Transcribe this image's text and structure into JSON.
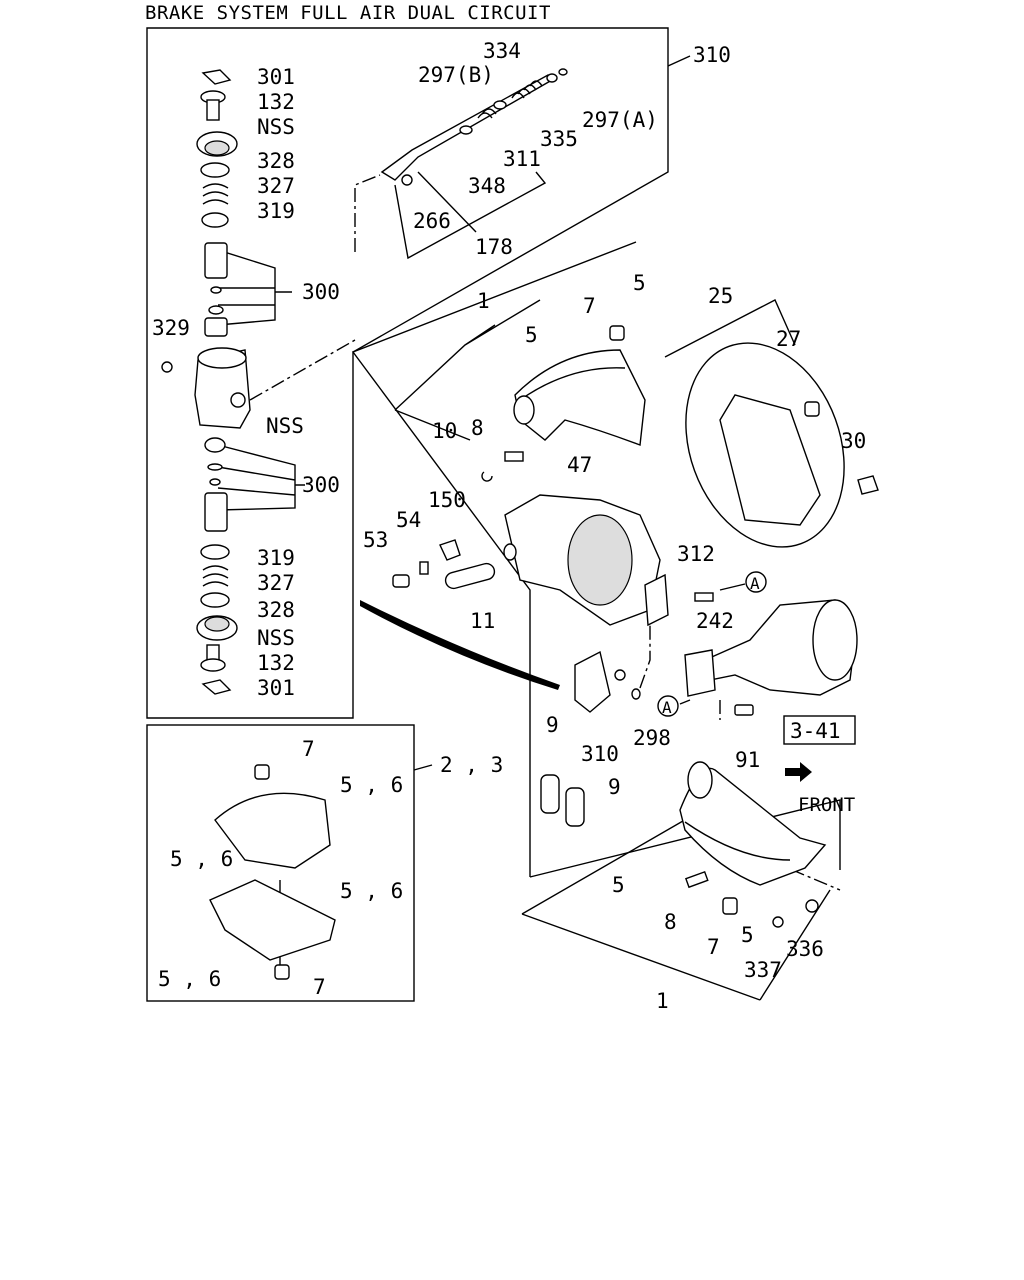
{
  "title": "BRAKE SYSTEM FULL AIR DUAL CIRCUIT",
  "ref_box": "3-41",
  "front_label": "FRONT",
  "callouts": [
    {
      "id": "c301a",
      "text": "301"
    },
    {
      "id": "c132a",
      "text": "132"
    },
    {
      "id": "cnssa",
      "text": "NSS"
    },
    {
      "id": "c328a",
      "text": "328"
    },
    {
      "id": "c327a",
      "text": "327"
    },
    {
      "id": "c319a",
      "text": "319"
    },
    {
      "id": "c300a",
      "text": "300"
    },
    {
      "id": "c329",
      "text": "329"
    },
    {
      "id": "cnssb",
      "text": "NSS"
    },
    {
      "id": "c300b",
      "text": "300"
    },
    {
      "id": "c319b",
      "text": "319"
    },
    {
      "id": "c327b",
      "text": "327"
    },
    {
      "id": "c328b",
      "text": "328"
    },
    {
      "id": "cnssc",
      "text": "NSS"
    },
    {
      "id": "c132b",
      "text": "132"
    },
    {
      "id": "c301b",
      "text": "301"
    },
    {
      "id": "c334",
      "text": "334"
    },
    {
      "id": "c297b",
      "text": "297(B)"
    },
    {
      "id": "c310a",
      "text": "310"
    },
    {
      "id": "c297a",
      "text": "297(A)"
    },
    {
      "id": "c335",
      "text": "335"
    },
    {
      "id": "c311",
      "text": "311"
    },
    {
      "id": "c348",
      "text": "348"
    },
    {
      "id": "c266",
      "text": "266"
    },
    {
      "id": "c178",
      "text": "178"
    },
    {
      "id": "c1a",
      "text": "1"
    },
    {
      "id": "c7a",
      "text": "7"
    },
    {
      "id": "c5a",
      "text": "5"
    },
    {
      "id": "c5b",
      "text": "5"
    },
    {
      "id": "c10",
      "text": "10"
    },
    {
      "id": "c8a",
      "text": "8"
    },
    {
      "id": "c25",
      "text": "25"
    },
    {
      "id": "c27",
      "text": "27"
    },
    {
      "id": "c30",
      "text": "30"
    },
    {
      "id": "c47",
      "text": "47"
    },
    {
      "id": "c150",
      "text": "150"
    },
    {
      "id": "c54",
      "text": "54"
    },
    {
      "id": "c53",
      "text": "53"
    },
    {
      "id": "c11",
      "text": "11"
    },
    {
      "id": "c312",
      "text": "312"
    },
    {
      "id": "c242",
      "text": "242"
    },
    {
      "id": "c9a",
      "text": "9"
    },
    {
      "id": "c310b",
      "text": "310"
    },
    {
      "id": "c298",
      "text": "298"
    },
    {
      "id": "c91",
      "text": "91"
    },
    {
      "id": "c9b",
      "text": "9"
    },
    {
      "id": "c7b",
      "text": "7"
    },
    {
      "id": "c23",
      "text": "2 , 3"
    },
    {
      "id": "c56a",
      "text": "5 , 6"
    },
    {
      "id": "c56b",
      "text": "5 , 6"
    },
    {
      "id": "c56c",
      "text": "5 , 6"
    },
    {
      "id": "c56d",
      "text": "5 , 6"
    },
    {
      "id": "c7c",
      "text": "7"
    },
    {
      "id": "c5c",
      "text": "5"
    },
    {
      "id": "c8b",
      "text": "8"
    },
    {
      "id": "c7d",
      "text": "7"
    },
    {
      "id": "c5d",
      "text": "5"
    },
    {
      "id": "c336",
      "text": "336"
    },
    {
      "id": "c337",
      "text": "337"
    },
    {
      "id": "c1b",
      "text": "1"
    }
  ],
  "circle_marks": [
    {
      "id": "ca1",
      "text": "A"
    },
    {
      "id": "ca2",
      "text": "A"
    }
  ]
}
